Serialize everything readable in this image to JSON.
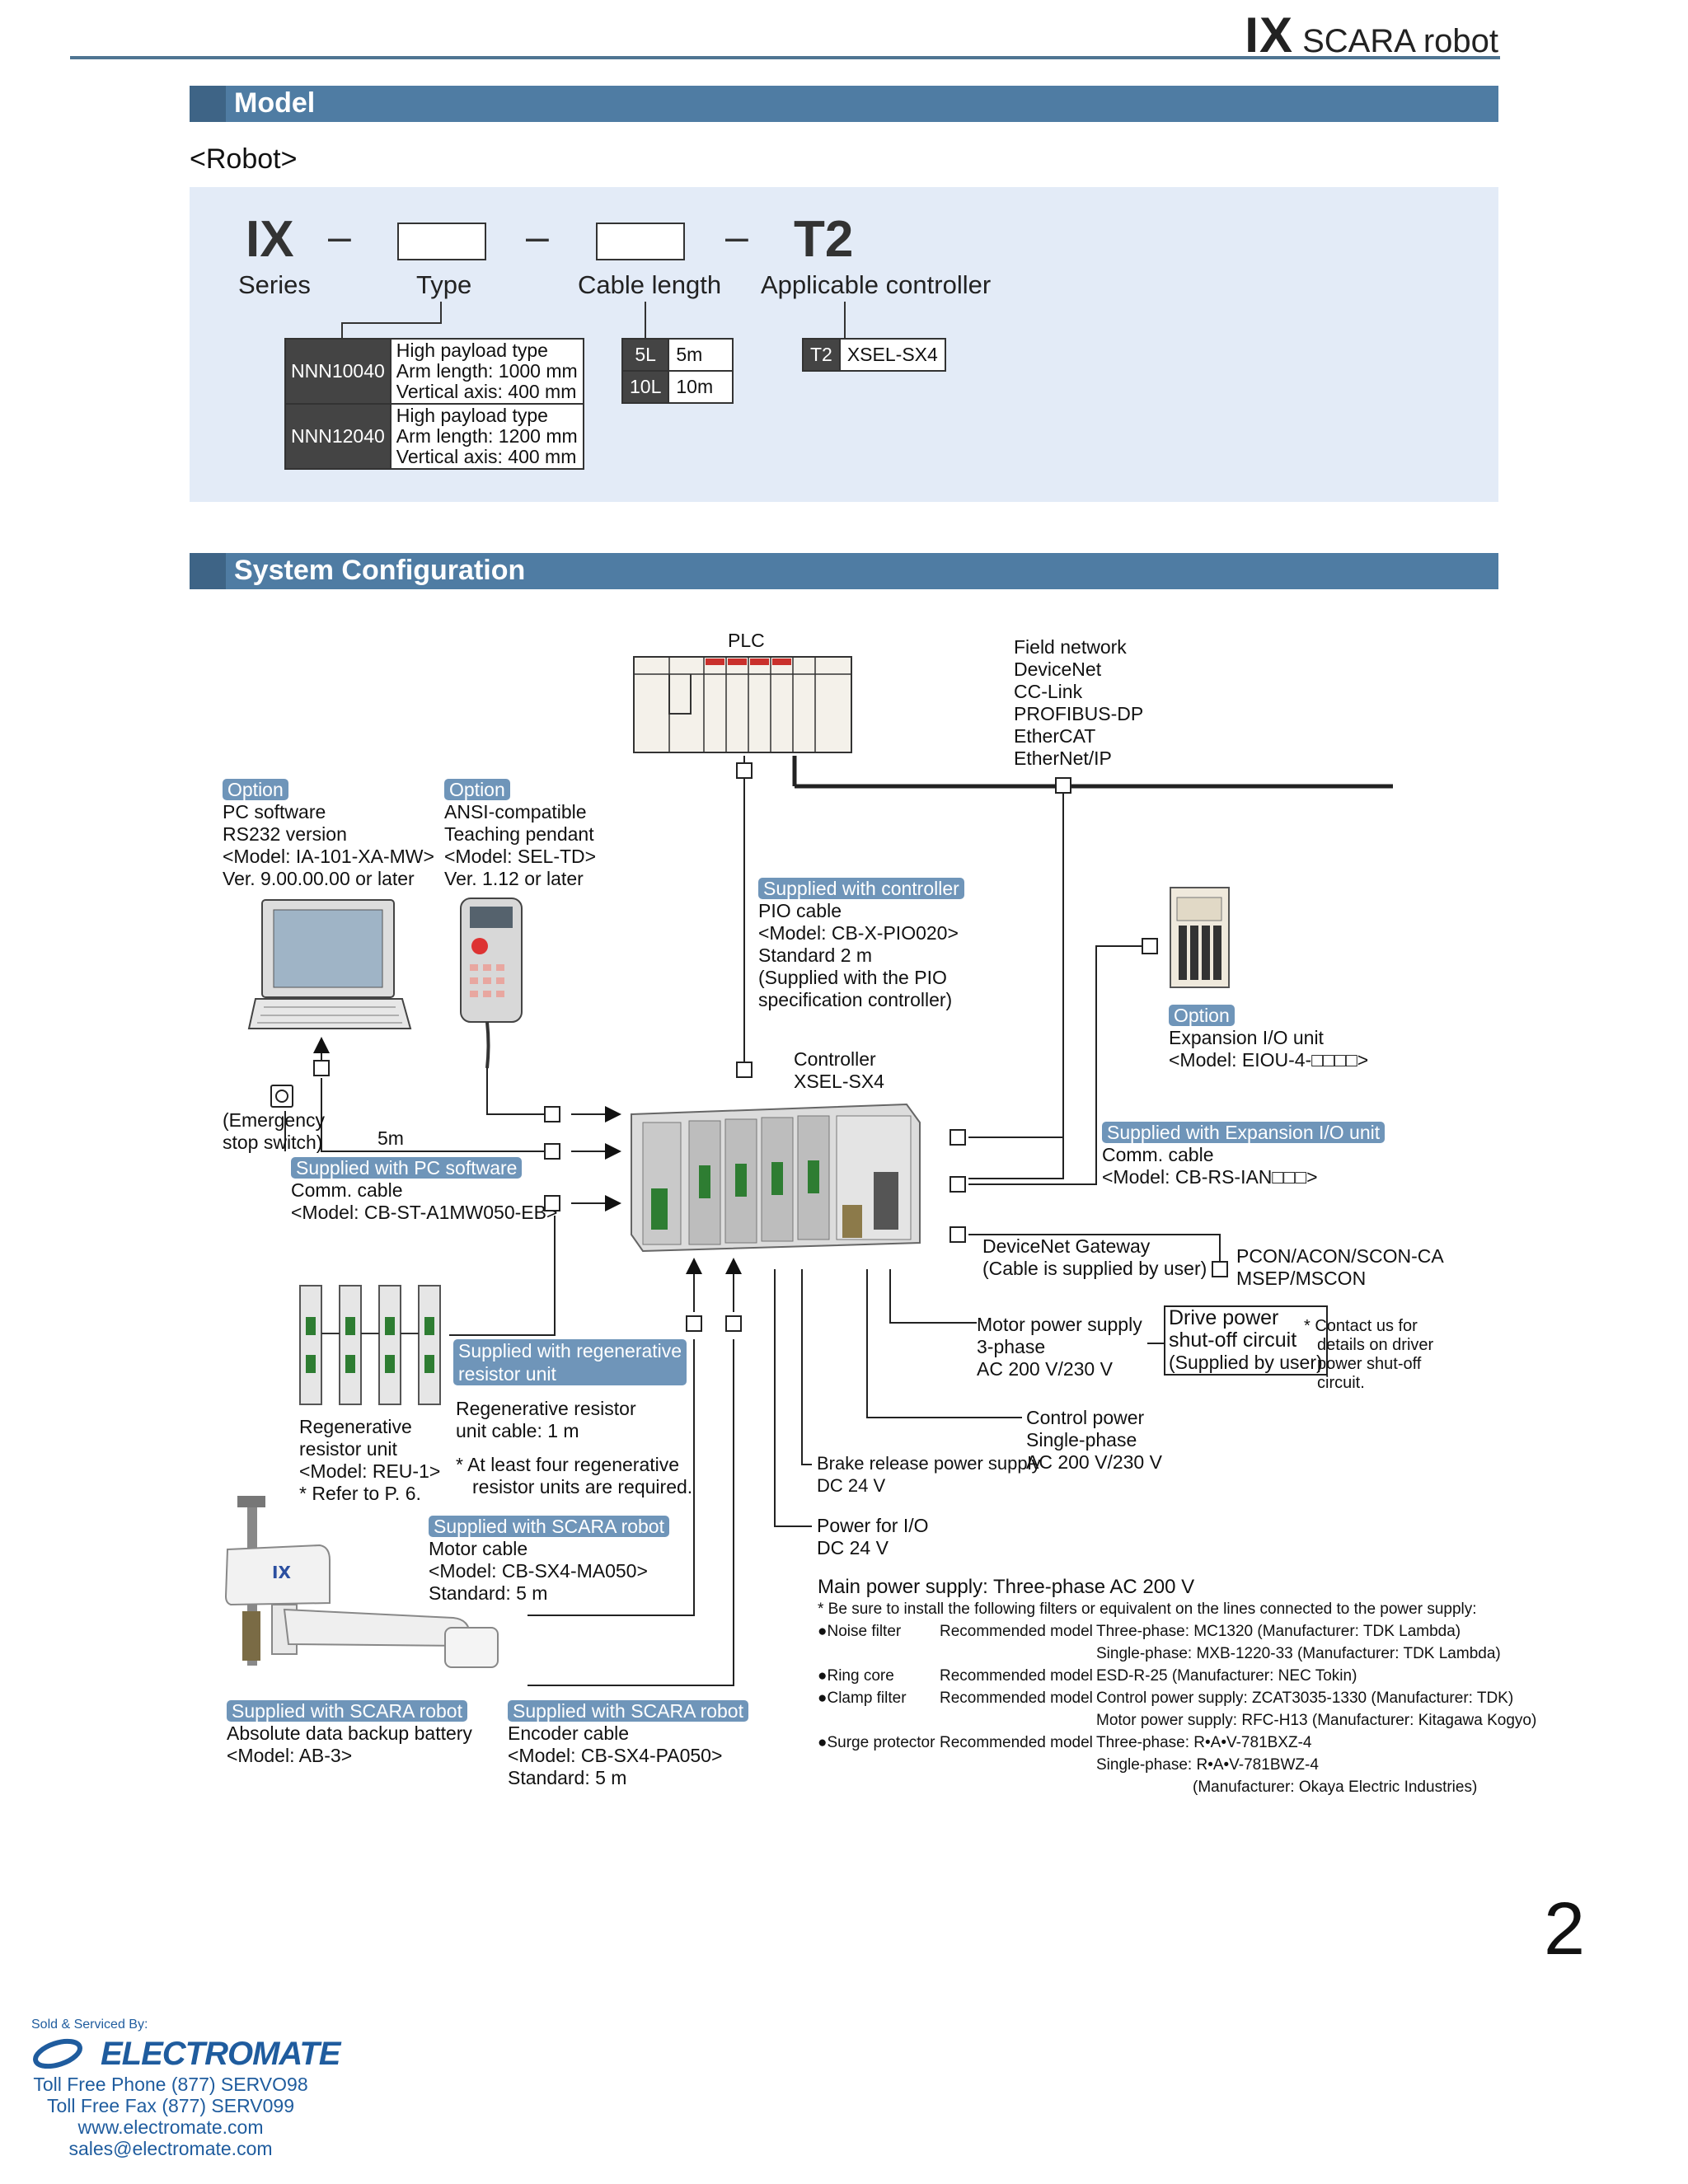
{
  "header": {
    "series": "IX",
    "title": "SCARA robot"
  },
  "model_section": {
    "heading": "Model",
    "subheading": "<Robot>",
    "code": {
      "prefix": "IX",
      "suffix": "T2"
    },
    "labels": {
      "series": "Series",
      "type": "Type",
      "cable": "Cable length",
      "controller": "Applicable controller"
    },
    "types": [
      {
        "code": "NNN10040",
        "l1": "High payload type",
        "l2": "Arm length: 1000 mm",
        "l3": "Vertical axis: 400 mm"
      },
      {
        "code": "NNN12040",
        "l1": "High payload type",
        "l2": "Arm length: 1200 mm",
        "l3": "Vertical axis: 400 mm"
      }
    ],
    "cables": [
      {
        "code": "5L",
        "value": "5m"
      },
      {
        "code": "10L",
        "value": "10m"
      }
    ],
    "controllers": [
      {
        "code": "T2",
        "value": "XSEL-SX4"
      }
    ]
  },
  "system": {
    "heading": "System Configuration",
    "plc": "PLC",
    "field_network": {
      "title": "Field network",
      "items": [
        "DeviceNet",
        "CC-Link",
        "PROFIBUS-DP",
        "EtherCAT",
        "EtherNet/IP"
      ]
    },
    "opt_pc": {
      "tag": "Option",
      "lines": [
        "PC software",
        "RS232 version",
        "<Model: IA-101-XA-MW>",
        "Ver. 9.00.00.00 or later"
      ]
    },
    "opt_pendant": {
      "tag": "Option",
      "lines": [
        "ANSI-compatible",
        "Teaching pendant",
        "<Model: SEL-TD>",
        "Ver. 1.12 or later"
      ]
    },
    "pio": {
      "tag": "Supplied with controller",
      "lines": [
        "PIO cable",
        "<Model: CB-X-PIO020>",
        "Standard 2 m",
        "(Supplied with the PIO",
        "specification controller)"
      ]
    },
    "expansion": {
      "tag": "Option",
      "lines": [
        "Expansion I/O unit",
        "<Model: EIOU-4-□□□□>"
      ]
    },
    "controller": {
      "lines": [
        "Controller",
        "XSEL-SX4"
      ]
    },
    "emergency": {
      "lines": [
        "(Emergency",
        "stop switch)"
      ],
      "length": "5m"
    },
    "pc_cable": {
      "tag": "Supplied with PC software",
      "lines": [
        "Comm. cable",
        "<Model: CB-ST-A1MW050-EB>"
      ]
    },
    "exp_cable": {
      "tag": "Supplied with Expansion I/O unit",
      "lines": [
        "Comm. cable",
        "<Model: CB-RS-IAN□□□>"
      ]
    },
    "gateway": {
      "lines": [
        "DeviceNet Gateway",
        "(Cable is supplied by user)"
      ],
      "targets": [
        "PCON/ACON/SCON-CA",
        "MSEP/MSCON"
      ]
    },
    "motor_power": {
      "lines": [
        "Motor power supply",
        "3-phase",
        "AC 200 V/230 V"
      ]
    },
    "drive_circuit": {
      "lines": [
        "Drive power",
        "shut-off circuit",
        "(Supplied by user)"
      ]
    },
    "drive_note": {
      "lines": [
        "* Contact us for",
        "details on driver",
        "power shut-off",
        "circuit."
      ]
    },
    "regen_unit": {
      "lines": [
        "Regenerative",
        "resistor unit",
        "<Model: REU-1>",
        "* Refer to P. 6."
      ]
    },
    "regen_cable": {
      "tag_lines": [
        "Supplied with regenerative",
        "resistor unit"
      ],
      "lines": [
        "Regenerative resistor",
        "unit cable: 1 m"
      ],
      "note": [
        "* At least four regenerative",
        "resistor units are required."
      ]
    },
    "control_power": {
      "lines": [
        "Control power",
        "Single-phase",
        "AC 200 V/230 V"
      ]
    },
    "brake": {
      "lines": [
        "Brake release power supply",
        "DC 24 V"
      ]
    },
    "io_power": {
      "lines": [
        "Power for I/O",
        "DC 24 V"
      ]
    },
    "motor_cable": {
      "tag": "Supplied with SCARA robot",
      "lines": [
        "Motor cable",
        "<Model: CB-SX4-MA050>",
        "Standard: 5 m"
      ]
    },
    "battery": {
      "tag": "Supplied with SCARA robot",
      "lines": [
        "Absolute data backup battery",
        "<Model: AB-3>"
      ]
    },
    "encoder": {
      "tag": "Supplied with SCARA robot",
      "lines": [
        "Encoder cable",
        "<Model: CB-SX4-PA050>",
        "Standard: 5 m"
      ]
    },
    "main_power": {
      "title": "Main power supply: Three-phase AC 200 V",
      "note": "* Be sure to install the following filters or equivalent on the lines connected to the power supply:",
      "rows": [
        {
          "item": "●Noise filter",
          "rec": "Recommended model",
          "lines": [
            "Three-phase: MC1320 (Manufacturer: TDK Lambda)",
            "Single-phase: MXB-1220-33 (Manufacturer: TDK Lambda)"
          ]
        },
        {
          "item": "●Ring core",
          "rec": "Recommended model",
          "lines": [
            "ESD-R-25 (Manufacturer: NEC Tokin)"
          ]
        },
        {
          "item": "●Clamp filter",
          "rec": "Recommended model",
          "lines": [
            "Control power supply: ZCAT3035-1330 (Manufacturer: TDK)",
            "Motor power supply: RFC-H13 (Manufacturer: Kitagawa Kogyo)"
          ]
        },
        {
          "item": "●Surge protector",
          "rec": "Recommended model",
          "lines": [
            "Three-phase:   R•A•V-781BXZ-4",
            "Single-phase:   R•A•V-781BWZ-4",
            "(Manufacturer: Okaya Electric Industries)"
          ]
        }
      ]
    }
  },
  "page_number": "2",
  "footer": {
    "sold_by": "Sold & Serviced By:",
    "company": "ELECTROMATE",
    "phone": "Toll Free Phone  (877) SERVO98",
    "fax": "Toll Free Fax  (877) SERV099",
    "web": "www.electromate.com",
    "email": "sales@electromate.com"
  },
  "colors": {
    "bar": "#4f7ca3",
    "bar_tab": "#3e6486",
    "tag": "#6f95b9",
    "model_bg": "#e3ebf7",
    "footer": "#1f5c9e"
  }
}
